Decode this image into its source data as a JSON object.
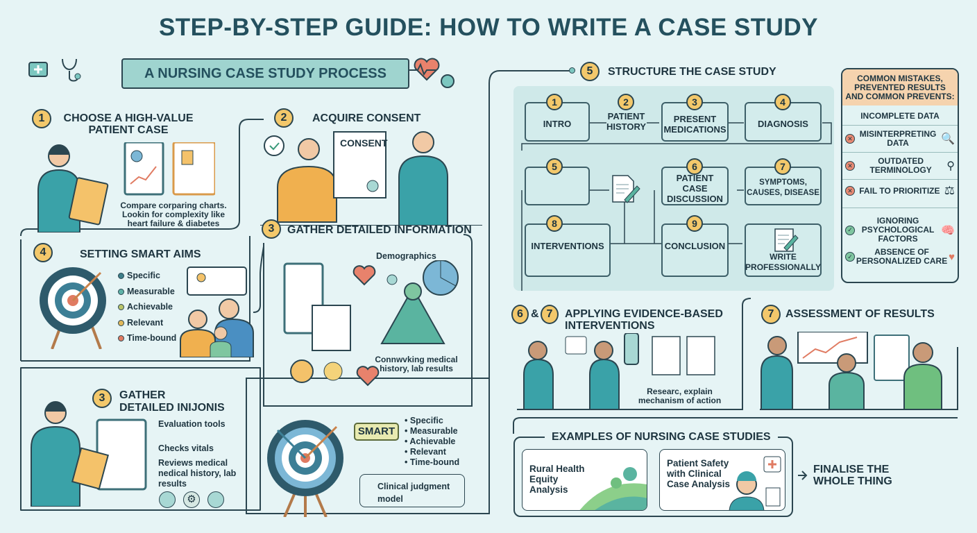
{
  "title": "STEP-BY-STEP GUIDE: HOW TO WRITE A CASE STUDY",
  "banner": "A NURSING CASE STUDY PROCESS",
  "s1": {
    "num": "1",
    "title": "CHOOSE A HIGH-VALUE PATIENT CASE",
    "desc": "Compare corparing charts. Lookin for complexity like heart failure & diabetes"
  },
  "s2": {
    "num": "2",
    "title": "ACQUIRE CONSENT",
    "doc": "CONSENT"
  },
  "s3": {
    "num": "3",
    "title": "GATHER DETAILED INFORMATION",
    "demo": "Demographics",
    "desc": "Connwvking medical history, lab results"
  },
  "s4": {
    "num": "4",
    "title": "SETTING SMART AIMS",
    "items": [
      "Specific",
      "Measurable",
      "Achievable",
      "Relevant",
      "Time-bound"
    ],
    "colors": [
      "#3f7f8a",
      "#5fb3a8",
      "#b9c46a",
      "#e2b85a",
      "#e07b62"
    ]
  },
  "s3b": {
    "num": "3",
    "title1": "GATHER",
    "title2": "DETAILED INIJONIS",
    "items": [
      "Evaluation tools",
      "Checks vitals",
      "Reviews medical nedical history, lab results"
    ]
  },
  "smart": {
    "label": "SMART",
    "items": [
      "• Specific",
      "• Measurable",
      "• Achievable",
      "• Relevant",
      "• Time-bound"
    ],
    "model": "Clinical judgment model"
  },
  "s5": {
    "num": "5",
    "title": "STRUCTURE THE CASE STUDY",
    "steps": [
      {
        "num": "1",
        "label": "INTRO"
      },
      {
        "num": "2",
        "label": "PATIENT HISTORY"
      },
      {
        "num": "3",
        "label": "PRESENT MEDICATIONS"
      },
      {
        "num": "4",
        "label": "DIAGNOSIS"
      },
      {
        "num": "5",
        "label": ""
      },
      {
        "num": "6",
        "label": "PATIENT CASE DISCUSSION"
      },
      {
        "num": "7",
        "label": "SYMPTOMS, CAUSES, DISEASE"
      },
      {
        "num": "8",
        "label": "INTERVENTIONS"
      },
      {
        "num": "9",
        "label": "CONCLUSION"
      },
      {
        "num": "",
        "label": "WRITE PROFESSIONALLY"
      }
    ]
  },
  "mistakes": {
    "header": "COMMON MISTAKES, PREVENTED RESULTS AND COMMON PREVENTS:",
    "items": [
      {
        "label": "INCOMPLETE DATA",
        "status": "none"
      },
      {
        "label": "MISINTERPRETING DATA",
        "status": "x"
      },
      {
        "label": "OUTDATED TERMINOLOGY",
        "status": "x"
      },
      {
        "label": "FAIL TO PRIORITIZE",
        "status": "x"
      },
      {
        "label": "IGNORING PSYCHOLOGICAL FACTORS",
        "status": "ok"
      },
      {
        "label": "ABSENCE OF PERSONALIZED CARE",
        "status": "ok"
      }
    ]
  },
  "s67": {
    "num1": "6",
    "amp": "&",
    "num2": "7",
    "title": "APPLYING EVIDENCE-BASED INTERVENTIONS",
    "desc": "Researc, explain mechanism of action"
  },
  "s7": {
    "num": "7",
    "title": "ASSESSMENT OF RESULTS"
  },
  "examples": {
    "title": "EXAMPLES OF NURSING CASE STUDIES",
    "cards": [
      "Rural Health Equity Analysis",
      "Patient Safety with Clinical Case Analysis"
    ]
  },
  "final": "FINALISE THE WHOLE THING"
}
